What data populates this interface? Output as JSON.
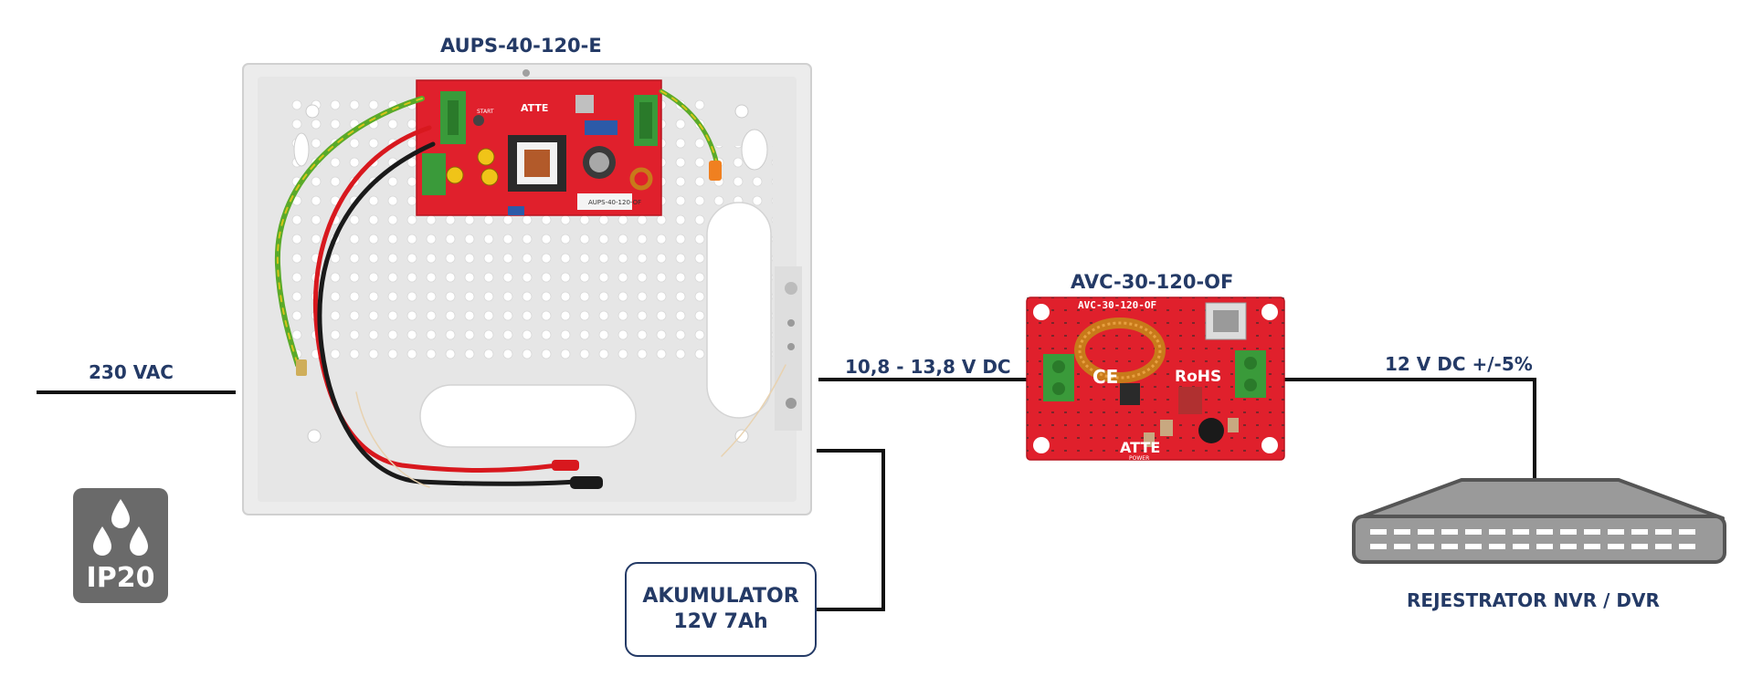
{
  "labels": {
    "psu_title": "AUPS-40-120-E",
    "converter_title": "AVC-30-120-OF",
    "input_voltage": "230 VAC",
    "battery_voltage_range": "10,8 - 13,8 V DC",
    "output_voltage": "12 V DC +/-5%",
    "recorder": "REJESTRATOR NVR / DVR",
    "ip_rating": "IP20"
  },
  "battery": {
    "line1": "AKUMULATOR",
    "line2": "12V 7Ah"
  },
  "board_markings": {
    "psu_brand": "ATTE",
    "psu_model": "AUPS-40-120-OF",
    "psu_button": "START",
    "converter_model": "AVC-30-120-OF",
    "converter_rohs": "RoHS",
    "converter_brand": "ATTE",
    "converter_brand_sub": "POWER",
    "converter_ce": "CE"
  },
  "colors": {
    "label_blue": "#243a66",
    "pcb_red": "#e0202c",
    "terminal_green": "#3a9a3a",
    "enclosure": "#ececec",
    "recorder_gray": "#9a9a9a"
  }
}
